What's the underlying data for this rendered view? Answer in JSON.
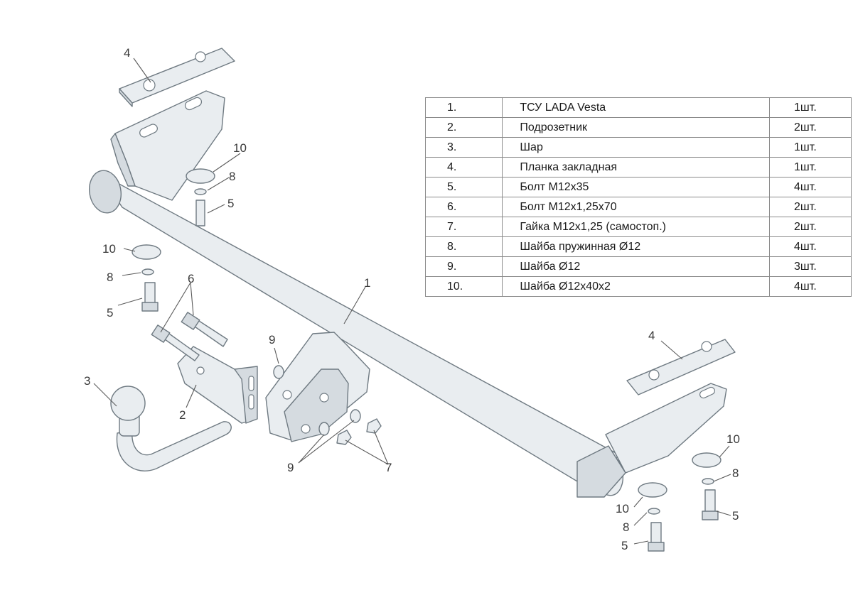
{
  "parts_table": {
    "rows": [
      {
        "num": "1.",
        "name": "ТСУ LADA Vesta",
        "qty": "1шт."
      },
      {
        "num": "2.",
        "name": "Подрозетник",
        "qty": "2шт."
      },
      {
        "num": "3.",
        "name": "Шар",
        "qty": "1шт."
      },
      {
        "num": "4.",
        "name": "Планка закладная",
        "qty": "1шт."
      },
      {
        "num": "5.",
        "name": "Болт М12х35",
        "qty": "4шт."
      },
      {
        "num": "6.",
        "name": "Болт М12х1,25х70",
        "qty": "2шт."
      },
      {
        "num": "7.",
        "name": "Гайка М12х1,25 (самостоп.)",
        "qty": "2шт."
      },
      {
        "num": "8.",
        "name": "Шайба пружинная Ø12",
        "qty": "4шт."
      },
      {
        "num": "9.",
        "name": "Шайба Ø12",
        "qty": "3шт."
      },
      {
        "num": "10.",
        "name": "Шайба Ø12х40х2",
        "qty": "4шт."
      }
    ]
  },
  "callouts": {
    "c1": "1",
    "c2": "2",
    "c3": "3",
    "c4_top": "4",
    "c4_right": "4",
    "c5_a": "5",
    "c5_b": "5",
    "c5_c": "5",
    "c5_d": "5",
    "c6": "6",
    "c7": "7",
    "c8_a": "8",
    "c8_b": "8",
    "c8_c": "8",
    "c8_d": "8",
    "c9_a": "9",
    "c9_b": "9",
    "c10_a": "10",
    "c10_b": "10",
    "c10_c": "10",
    "c10_d": "10"
  },
  "colors": {
    "part_fill": "#e9edf0",
    "part_stroke": "#6f7a82"
  }
}
